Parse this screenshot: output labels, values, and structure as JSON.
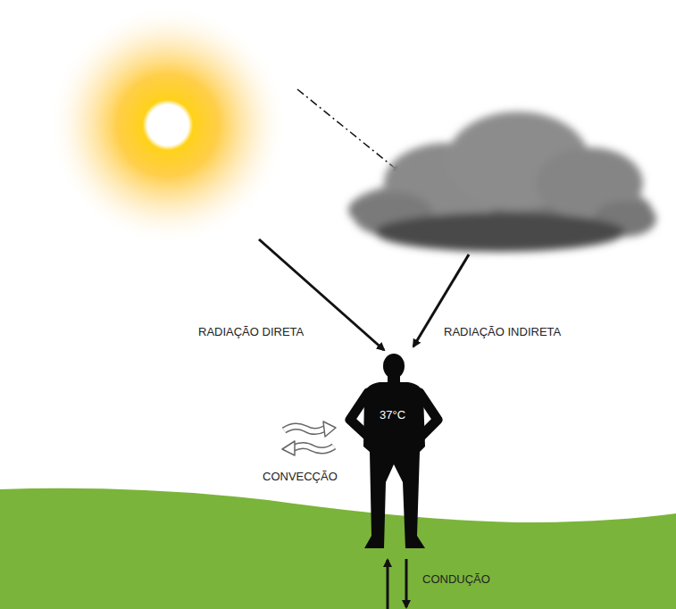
{
  "diagram": {
    "labels": [
      "RADIAÇÃO DIRETA",
      "RADIAÇÃO INDIRETA",
      "37°C",
      "CONVECÇÃO",
      "CONDUÇÃO"
    ]
  }
}
